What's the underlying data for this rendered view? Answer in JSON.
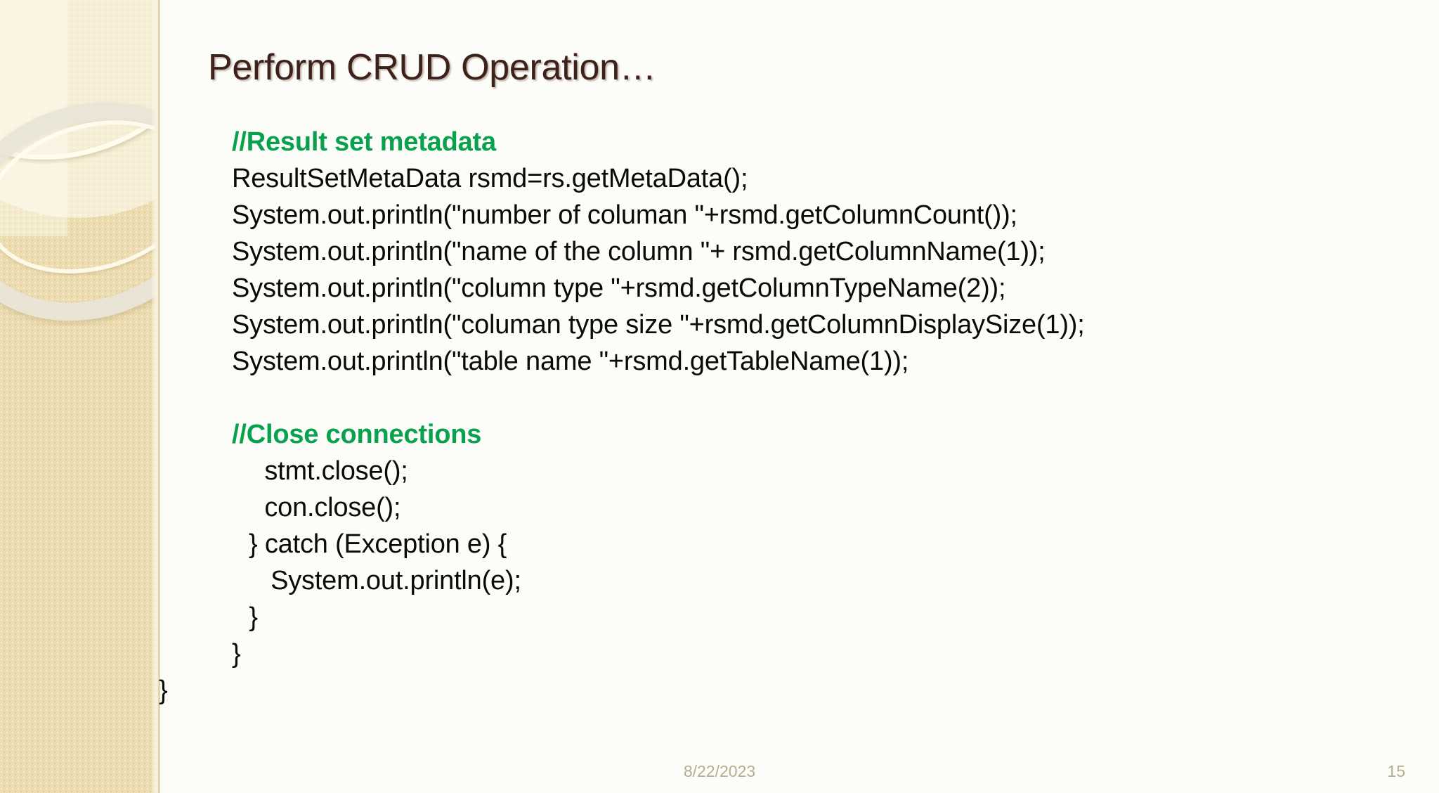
{
  "slide": {
    "title": "Perform CRUD Operation…",
    "theme": {
      "title_color": "#3d211b",
      "comment_color": "#0aa14e",
      "code_color": "#0a0a0a",
      "footer_color": "#b5ae8e",
      "background_color": "#fcfdf8",
      "sidebar_color": "#ecdcb0"
    }
  },
  "content": {
    "blocks": [
      {
        "comment": "//Result set metadata",
        "lines": [
          "ResultSetMetaData rsmd=rs.getMetaData();",
          "System.out.println(\"number of columan \"+rsmd.getColumnCount());",
          "System.out.println(\"name of the column \"+ rsmd.getColumnName(1));",
          "System.out.println(\"column type \"+rsmd.getColumnTypeName(2));",
          "System.out.println(\"columan type size \"+rsmd.getColumnDisplaySize(1));",
          "System.out.println(\"table name \"+rsmd.getTableName(1));"
        ]
      },
      {
        "comment": "//Close connections",
        "lines": [
          " stmt.close();",
          " con.close();",
          "} catch (Exception e) {",
          "   System.out.println(e);",
          " }"
        ]
      }
    ],
    "closing_braces": [
      "}",
      "}"
    ]
  },
  "footer": {
    "date": "8/22/2023",
    "slide_number": "15"
  }
}
